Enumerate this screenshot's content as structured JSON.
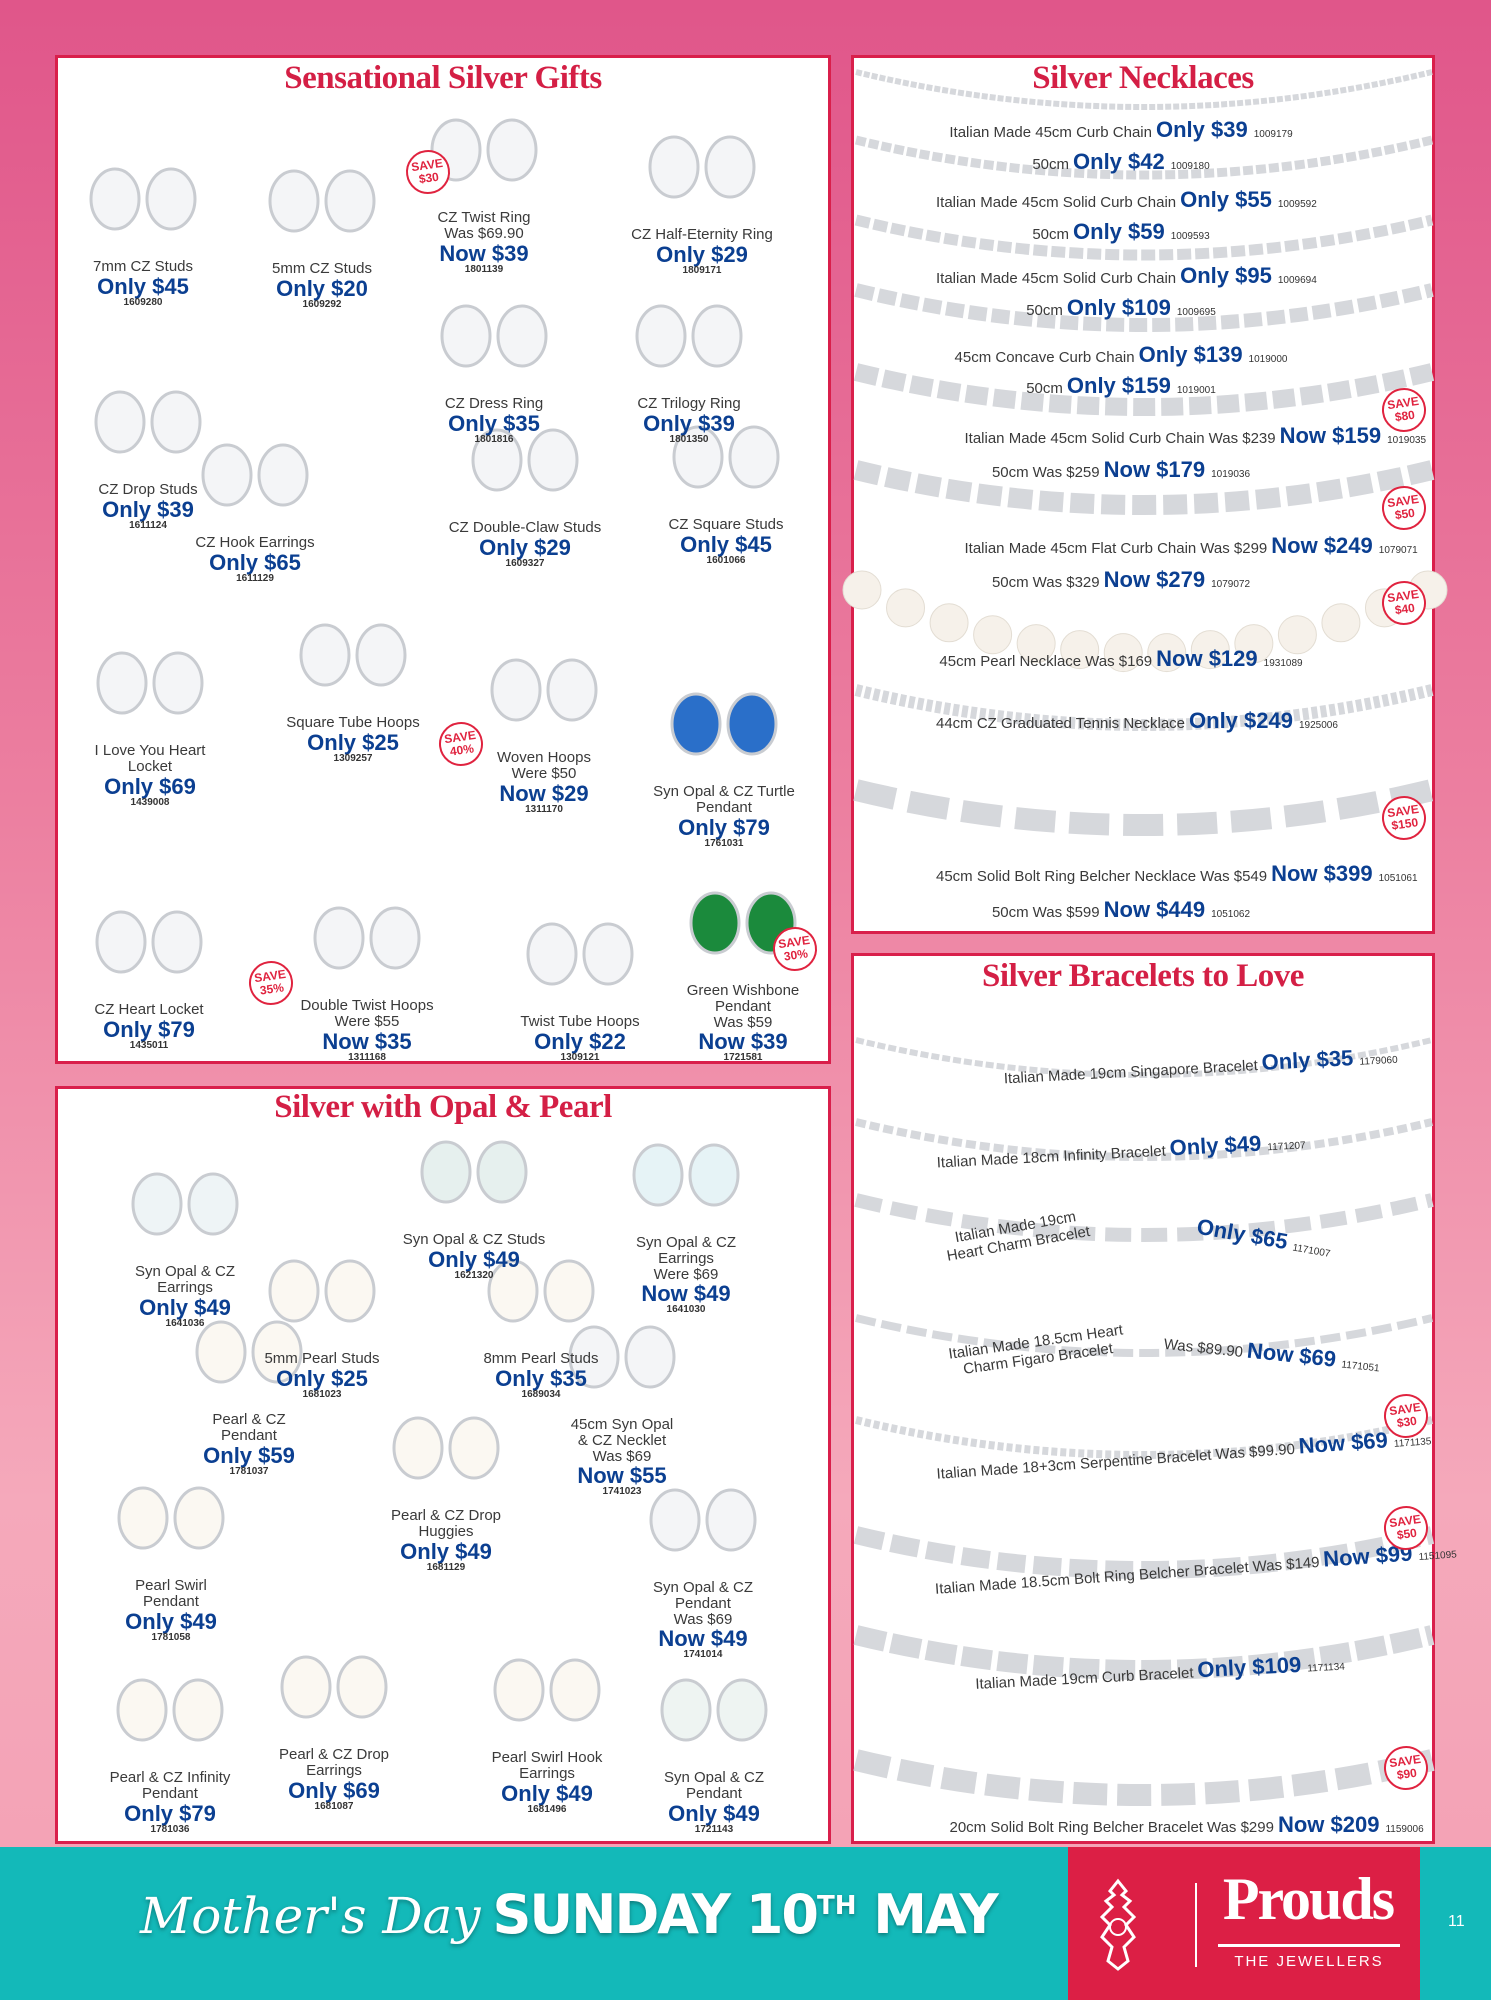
{
  "gifts": {
    "title": "Sensational Silver Gifts",
    "items": [
      {
        "name": "7mm CZ Studs",
        "was": "",
        "price": "Only $45",
        "sku": "1609280"
      },
      {
        "name": "5mm CZ Studs",
        "was": "",
        "price": "Only $20",
        "sku": "1609292"
      },
      {
        "name": "CZ Twist Ring",
        "was": "Was $69.90",
        "price": "Now $39",
        "sku": "1801139"
      },
      {
        "name": "CZ Half-Eternity Ring",
        "was": "",
        "price": "Only $29",
        "sku": "1809171"
      },
      {
        "name": "CZ Dress Ring",
        "was": "",
        "price": "Only $35",
        "sku": "1801816"
      },
      {
        "name": "CZ Trilogy Ring",
        "was": "",
        "price": "Only $39",
        "sku": "1801350"
      },
      {
        "name": "CZ Drop Studs",
        "was": "",
        "price": "Only $39",
        "sku": "1611124"
      },
      {
        "name": "CZ Hook Earrings",
        "was": "",
        "price": "Only $65",
        "sku": "1611129"
      },
      {
        "name": "CZ Double-Claw Studs",
        "was": "",
        "price": "Only $29",
        "sku": "1609327"
      },
      {
        "name": "CZ Square Studs",
        "was": "",
        "price": "Only $45",
        "sku": "1601066"
      },
      {
        "name": "I Love You Heart\nLocket",
        "was": "",
        "price": "Only $69",
        "sku": "1439008"
      },
      {
        "name": "Square Tube Hoops",
        "was": "",
        "price": "Only $25",
        "sku": "1309257"
      },
      {
        "name": "Woven Hoops",
        "was": "Were $50",
        "price": "Now $29",
        "sku": "1311170"
      },
      {
        "name": "Syn Opal & CZ Turtle\nPendant",
        "was": "",
        "price": "Only $79",
        "sku": "1761031"
      },
      {
        "name": "CZ Heart Locket",
        "was": "",
        "price": "Only $79",
        "sku": "1435011"
      },
      {
        "name": "Double Twist Hoops",
        "was": "Were $55",
        "price": "Now $35",
        "sku": "1311168"
      },
      {
        "name": "Twist Tube Hoops",
        "was": "",
        "price": "Only $22",
        "sku": "1309121"
      },
      {
        "name": "Green Wishbone\nPendant",
        "was": "Was $59",
        "price": "Now $39",
        "sku": "1721581"
      }
    ],
    "badges": [
      "SAVE\n$30",
      "SAVE\n40%",
      "SAVE\n35%",
      "SAVE\n30%"
    ]
  },
  "opal_pearl": {
    "title": "Silver with Opal & Pearl",
    "items": [
      {
        "name": "Syn Opal & CZ\nEarrings",
        "was": "",
        "price": "Only $49",
        "sku": "1641036"
      },
      {
        "name": "Syn Opal & CZ Studs",
        "was": "",
        "price": "Only $49",
        "sku": "1621320"
      },
      {
        "name": "Syn Opal & CZ\nEarrings",
        "was": "Were $69",
        "price": "Now $49",
        "sku": "1641030"
      },
      {
        "name": "5mm Pearl Studs",
        "was": "",
        "price": "Only $25",
        "sku": "1681023"
      },
      {
        "name": "8mm Pearl Studs",
        "was": "",
        "price": "Only $35",
        "sku": "1689034"
      },
      {
        "name": "Pearl & CZ\nPendant",
        "was": "",
        "price": "Only $59",
        "sku": "1781037"
      },
      {
        "name": "45cm Syn Opal\n& CZ Necklet",
        "was": "Was $69",
        "price": "Now $55",
        "sku": "1741023"
      },
      {
        "name": "Pearl & CZ Drop\nHuggies",
        "was": "",
        "price": "Only $49",
        "sku": "1681129"
      },
      {
        "name": "Pearl Swirl\nPendant",
        "was": "",
        "price": "Only $49",
        "sku": "1781058"
      },
      {
        "name": "Syn Opal & CZ\nPendant",
        "was": "Was $69",
        "price": "Now $49",
        "sku": "1741014"
      },
      {
        "name": "Pearl & CZ Infinity\nPendant",
        "was": "",
        "price": "Only $79",
        "sku": "1781036"
      },
      {
        "name": "Pearl & CZ Drop\nEarrings",
        "was": "",
        "price": "Only $69",
        "sku": "1681087"
      },
      {
        "name": "Pearl Swirl Hook\nEarrings",
        "was": "",
        "price": "Only $49",
        "sku": "1681496"
      },
      {
        "name": "Syn Opal & CZ\nPendant",
        "was": "",
        "price": "Only $49",
        "sku": "1721143"
      }
    ]
  },
  "necklaces": {
    "title": "Silver Necklaces",
    "lines": [
      {
        "desc": "Italian Made 45cm Curb Chain",
        "was": "",
        "price": "Only $39",
        "sku": "1009179"
      },
      {
        "desc": "50cm",
        "was": "",
        "price": "Only $42",
        "sku": "1009180"
      },
      {
        "desc": "Italian Made 45cm Solid Curb Chain",
        "was": "",
        "price": "Only $55",
        "sku": "1009592"
      },
      {
        "desc": "50cm",
        "was": "",
        "price": "Only $59",
        "sku": "1009593"
      },
      {
        "desc": "Italian Made 45cm Solid Curb Chain",
        "was": "",
        "price": "Only $95",
        "sku": "1009694"
      },
      {
        "desc": "50cm",
        "was": "",
        "price": "Only $109",
        "sku": "1009695"
      },
      {
        "desc": "45cm Concave Curb Chain",
        "was": "",
        "price": "Only $139",
        "sku": "1019000"
      },
      {
        "desc": "50cm",
        "was": "",
        "price": "Only $159",
        "sku": "1019001"
      },
      {
        "desc": "Italian Made 45cm Solid Curb Chain",
        "was": "Was $239",
        "price": "Now $159",
        "sku": "1019035"
      },
      {
        "desc": "50cm",
        "was": "Was $259",
        "price": "Now $179",
        "sku": "1019036"
      },
      {
        "desc": "Italian Made 45cm Flat Curb Chain",
        "was": "Was $299",
        "price": "Now $249",
        "sku": "1079071"
      },
      {
        "desc": "50cm",
        "was": "Was $329",
        "price": "Now $279",
        "sku": "1079072"
      },
      {
        "desc": "45cm Pearl Necklace",
        "was": "Was $169",
        "price": "Now $129",
        "sku": "1931089"
      },
      {
        "desc": "44cm CZ Graduated Tennis Necklace",
        "was": "",
        "price": "Only $249",
        "sku": "1925006"
      },
      {
        "desc": "45cm Solid Bolt Ring Belcher Necklace",
        "was": "Was $549",
        "price": "Now $399",
        "sku": "1051061"
      },
      {
        "desc": "50cm",
        "was": "Was $599",
        "price": "Now $449",
        "sku": "1051062"
      }
    ],
    "badges": [
      "SAVE\n$80",
      "SAVE\n$50",
      "SAVE\n$40",
      "SAVE\n$150"
    ]
  },
  "bracelets": {
    "title": "Silver Bracelets to Love",
    "lines": [
      {
        "desc": "Italian Made 19cm Singapore Bracelet",
        "was": "",
        "price": "Only $35",
        "sku": "1179060"
      },
      {
        "desc": "Italian Made 18cm Infinity Bracelet",
        "was": "",
        "price": "Only $49",
        "sku": "1171207"
      },
      {
        "desc": "Italian Made 19cm\nHeart Charm Bracelet",
        "was": "",
        "price": "Only $65",
        "sku": "1171007"
      },
      {
        "desc": "Italian Made 18.5cm Heart\nCharm Figaro Bracelet",
        "was": "Was $89.90",
        "price": "Now $69",
        "sku": "1171051"
      },
      {
        "desc": "Italian Made 18+3cm Serpentine Bracelet",
        "was": "Was $99.90",
        "price": "Now $69",
        "sku": "1171135"
      },
      {
        "desc": "Italian Made 18.5cm Bolt Ring Belcher Bracelet",
        "was": "Was $149",
        "price": "Now $99",
        "sku": "1151095"
      },
      {
        "desc": "Italian Made 19cm Curb Bracelet",
        "was": "",
        "price": "Only $109",
        "sku": "1171134"
      },
      {
        "desc": "20cm Solid Bolt Ring Belcher Bracelet",
        "was": "Was $299",
        "price": "Now $209",
        "sku": "1159006"
      }
    ],
    "badges": [
      "SAVE\n$30",
      "SAVE\n$50",
      "SAVE\n$90"
    ]
  },
  "footer": {
    "script_text": "Mother's Day",
    "date_text": "SUNDAY 10",
    "date_suffix": "TH",
    "month": "MAY",
    "brand": "Prouds",
    "tagline": "THE JEWELLERS",
    "page_number": "11"
  },
  "colors": {
    "accent": "#d91f4b",
    "price": "#0b3f91",
    "footer": "#13b9b9",
    "logo": "#dc1f45"
  }
}
